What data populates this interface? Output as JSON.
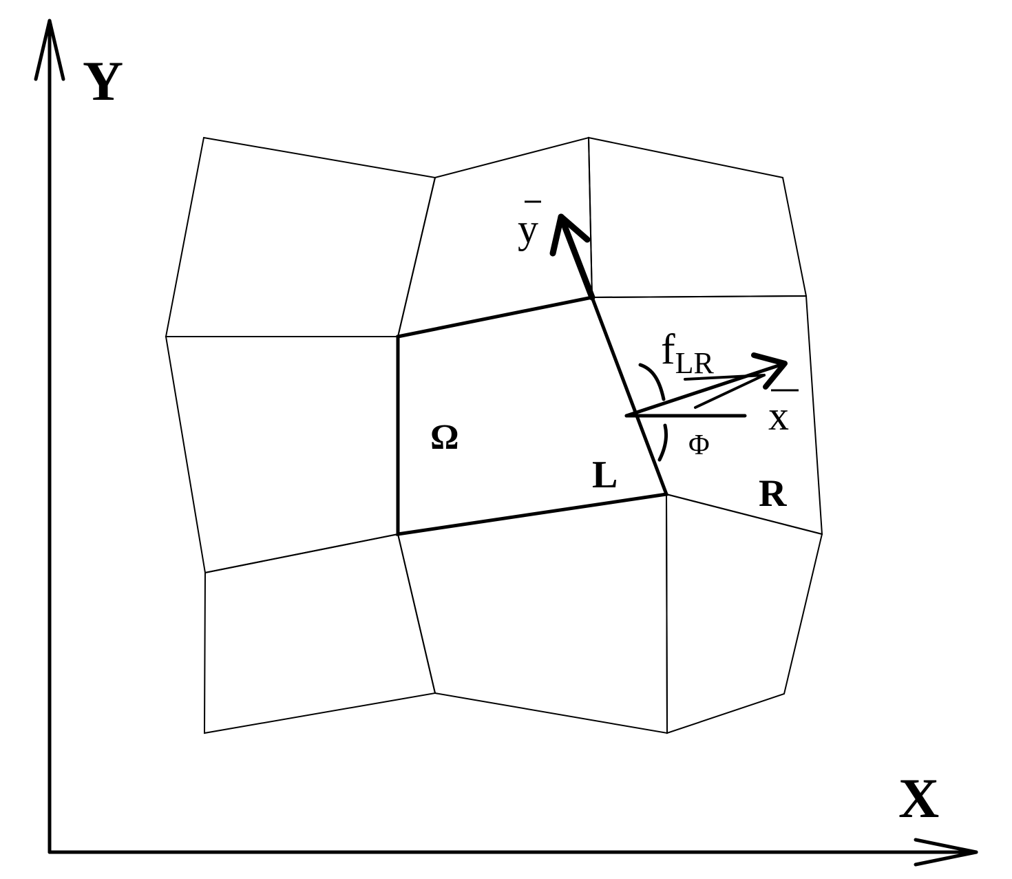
{
  "axes": {
    "x_label": "X",
    "y_label": "Y"
  },
  "labels": {
    "omega": "Ω",
    "left_cell": "L",
    "right_cell": "R",
    "flux": "f",
    "flux_subscript": "LR",
    "phi": "Φ",
    "local_x": "x",
    "local_y": "y"
  },
  "colors": {
    "ink": "#000000",
    "background": "#ffffff"
  }
}
